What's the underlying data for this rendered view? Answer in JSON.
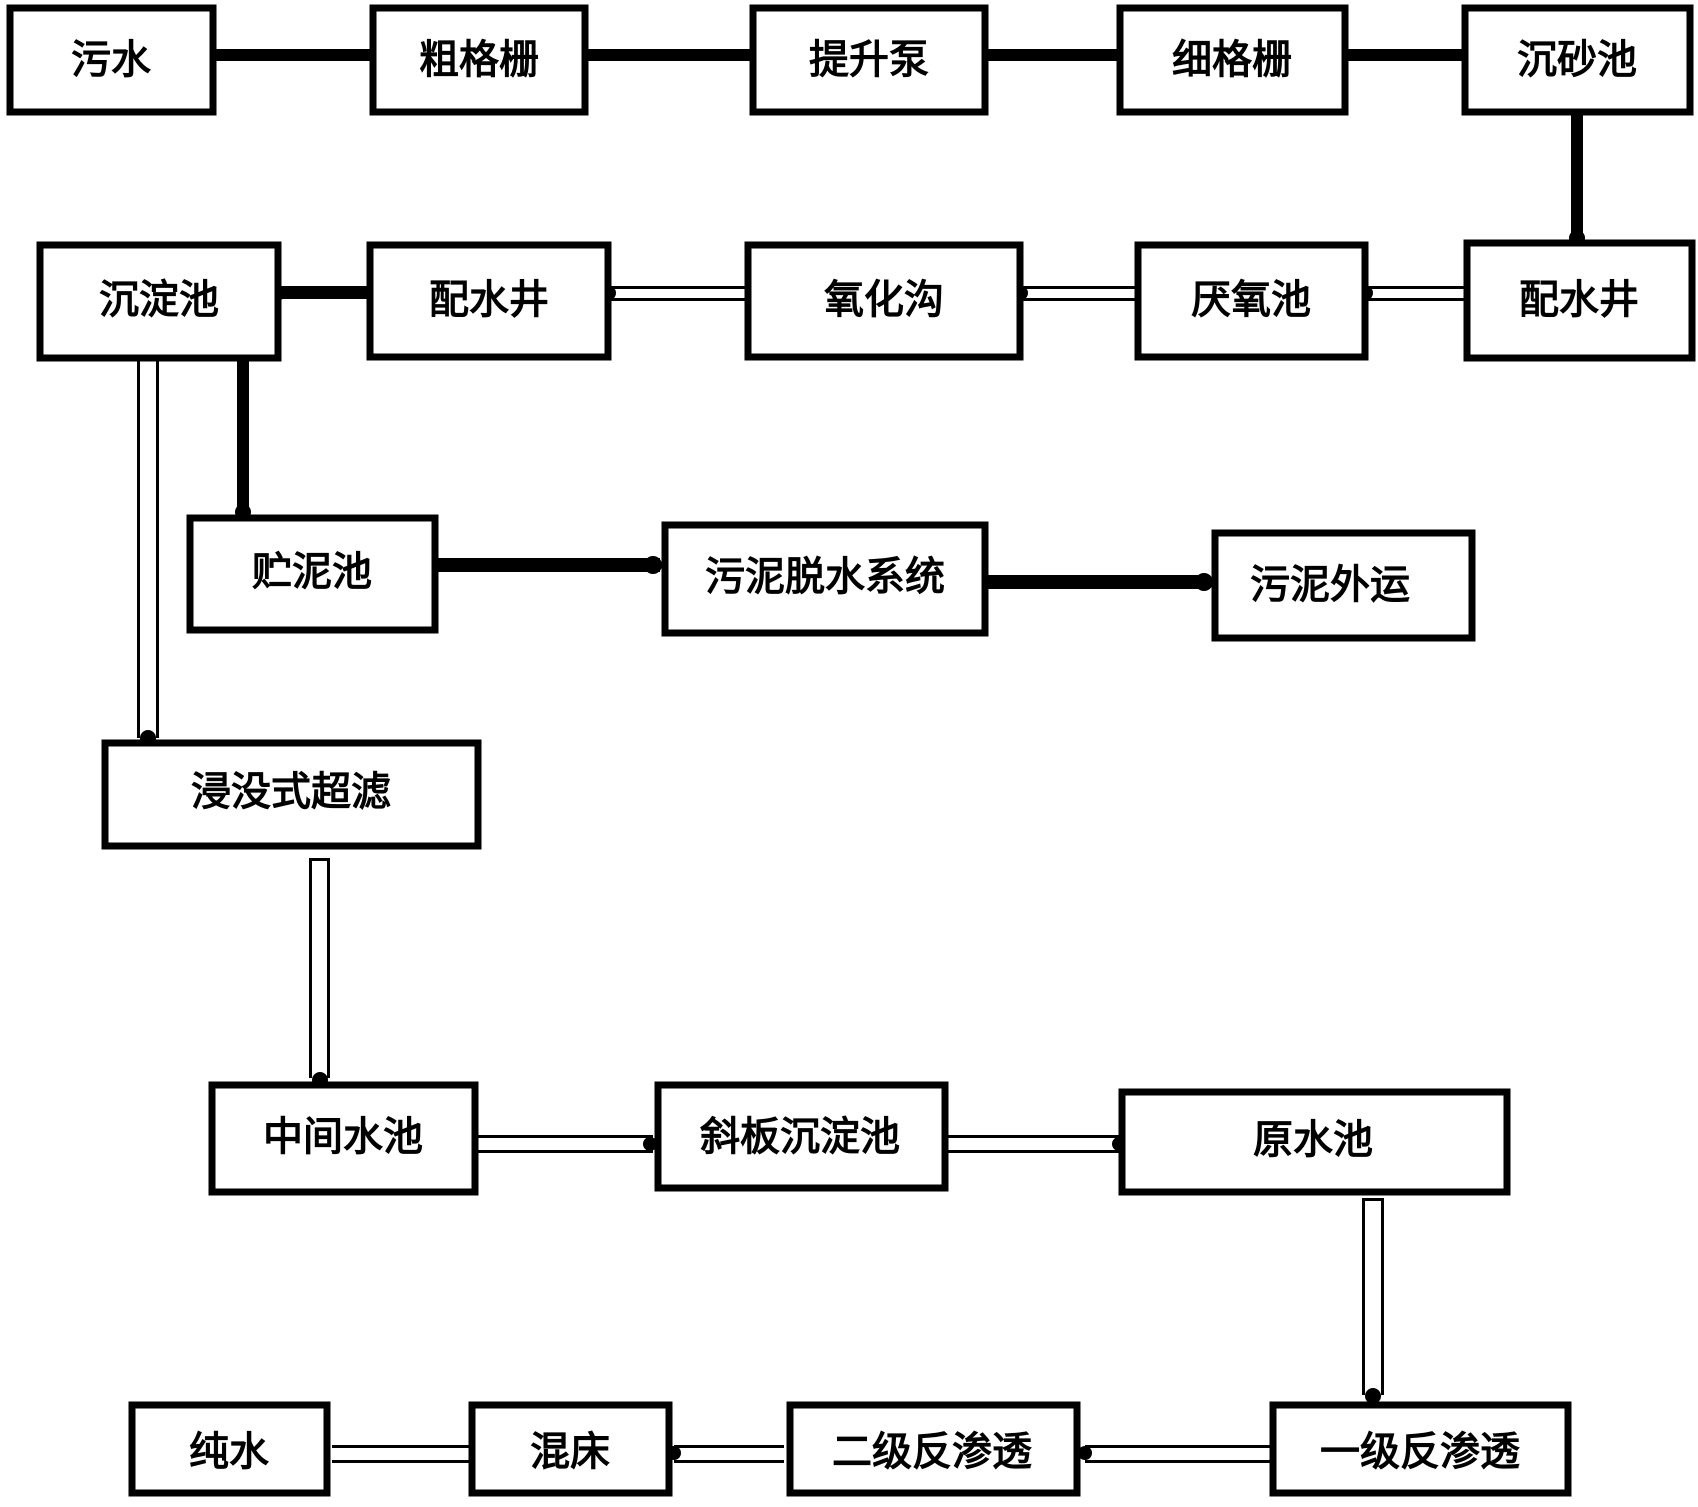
{
  "nodes": [
    {
      "id": "n1",
      "label": "污水"
    },
    {
      "id": "n2",
      "label": "粗格栅"
    },
    {
      "id": "n3",
      "label": "提升泵"
    },
    {
      "id": "n4",
      "label": "细格栅"
    },
    {
      "id": "n5",
      "label": "沉砂池"
    },
    {
      "id": "n6",
      "label": "配水井"
    },
    {
      "id": "n7",
      "label": "厌氧池"
    },
    {
      "id": "n8",
      "label": "氧化沟"
    },
    {
      "id": "n9",
      "label": "配水井"
    },
    {
      "id": "n10",
      "label": "沉淀池"
    },
    {
      "id": "n11",
      "label": "贮泥池"
    },
    {
      "id": "n12",
      "label": "污泥脱水系统"
    },
    {
      "id": "n13",
      "label": "污泥外运"
    },
    {
      "id": "n14",
      "label": "浸没式超滤"
    },
    {
      "id": "n15",
      "label": "中间水池"
    },
    {
      "id": "n16",
      "label": "斜板沉淀池"
    },
    {
      "id": "n17",
      "label": "原水池"
    },
    {
      "id": "n18",
      "label": "一级反渗透"
    },
    {
      "id": "n19",
      "label": "二级反渗透"
    },
    {
      "id": "n20",
      "label": "混床"
    },
    {
      "id": "n21",
      "label": "纯水"
    }
  ],
  "edges": [
    {
      "from": "n1",
      "to": "n2"
    },
    {
      "from": "n2",
      "to": "n3"
    },
    {
      "from": "n3",
      "to": "n4"
    },
    {
      "from": "n4",
      "to": "n5"
    },
    {
      "from": "n5",
      "to": "n6"
    },
    {
      "from": "n6",
      "to": "n7"
    },
    {
      "from": "n7",
      "to": "n8"
    },
    {
      "from": "n8",
      "to": "n9"
    },
    {
      "from": "n9",
      "to": "n10"
    },
    {
      "from": "n10",
      "to": "n11"
    },
    {
      "from": "n11",
      "to": "n12"
    },
    {
      "from": "n12",
      "to": "n13"
    },
    {
      "from": "n10",
      "to": "n14"
    },
    {
      "from": "n14",
      "to": "n15"
    },
    {
      "from": "n15",
      "to": "n16"
    },
    {
      "from": "n16",
      "to": "n17"
    },
    {
      "from": "n17",
      "to": "n18"
    },
    {
      "from": "n18",
      "to": "n19"
    },
    {
      "from": "n19",
      "to": "n20"
    },
    {
      "from": "n20",
      "to": "n21"
    }
  ]
}
